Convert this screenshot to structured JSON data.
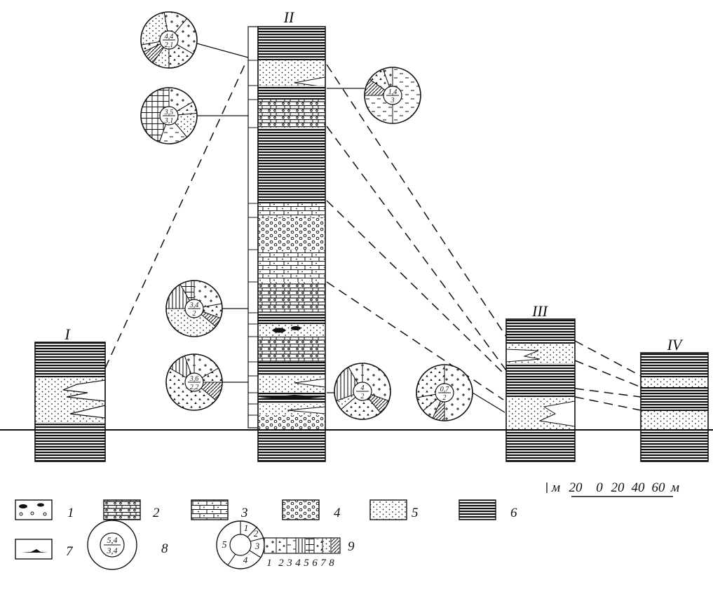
{
  "columns": [
    {
      "label": "I"
    },
    {
      "label": "II"
    },
    {
      "label": "III"
    },
    {
      "label": "IV"
    }
  ],
  "circles": [
    {
      "top": "4,4",
      "bottom": "2,1"
    },
    {
      "top": "3,5",
      "bottom": "3,1"
    },
    {
      "top": "1,4",
      "bottom": "3"
    },
    {
      "top": "3,4",
      "bottom": "2"
    },
    {
      "top": "3,6",
      "bottom": "2,2"
    },
    {
      "top": "4",
      "bottom": "2"
    },
    {
      "top": "0,7",
      "bottom": "2"
    }
  ],
  "scale": {
    "left_unit": "м",
    "ticks": [
      "20",
      "0",
      "20",
      "40",
      "60"
    ],
    "right_unit": "м"
  },
  "legend": {
    "items": [
      {
        "number": "1"
      },
      {
        "number": "2"
      },
      {
        "number": "3"
      },
      {
        "number": "4"
      },
      {
        "number": "5"
      },
      {
        "number": "6"
      },
      {
        "number": "7"
      },
      {
        "number": "8",
        "circle_top": "5,4",
        "circle_bottom": "3,4"
      },
      {
        "number": "9"
      }
    ],
    "ring_sectors": [
      "1",
      "2",
      "3",
      "4",
      "5"
    ],
    "strip_numbers": [
      "1",
      "2",
      "3",
      "4",
      "5",
      "6",
      "7",
      "8"
    ]
  }
}
